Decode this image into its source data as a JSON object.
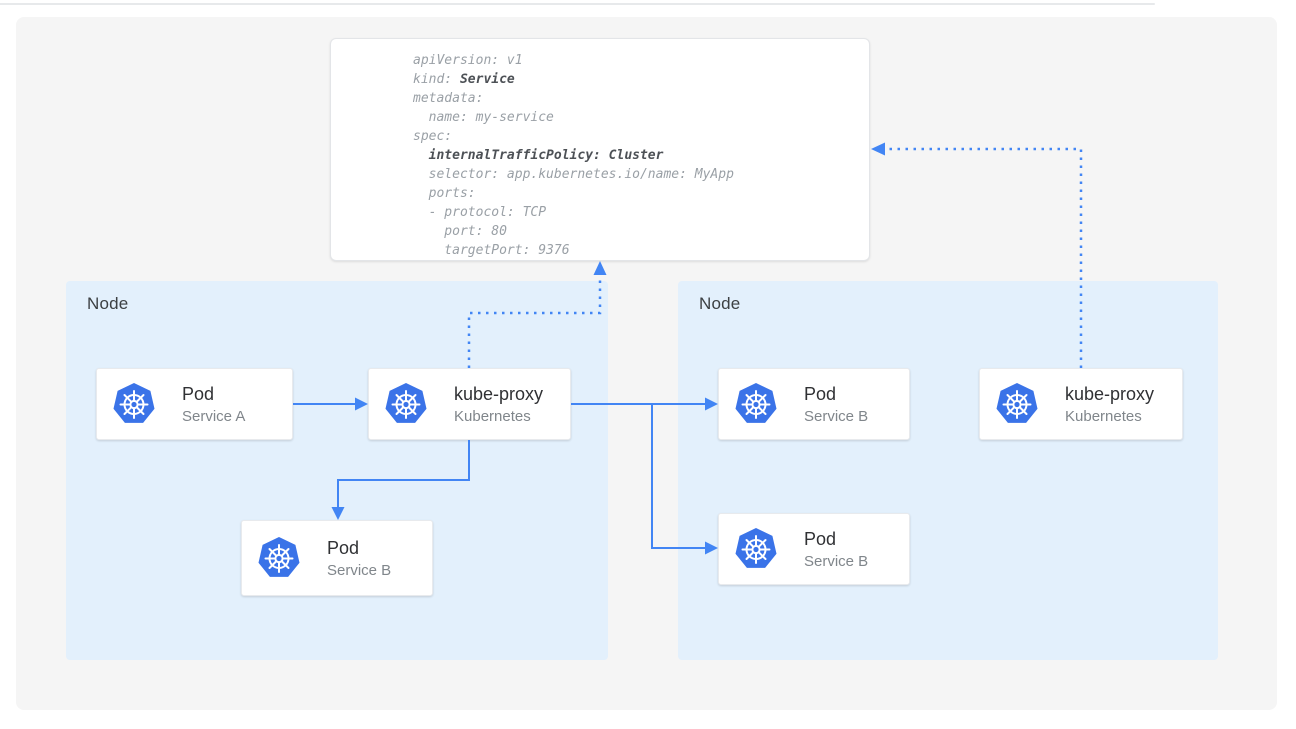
{
  "code_block": {
    "lines": [
      [
        {
          "t": "apiVersion: v1"
        }
      ],
      [
        {
          "t": "kind: "
        },
        {
          "t": "Service",
          "b": true
        }
      ],
      [
        {
          "t": "metadata:"
        }
      ],
      [
        {
          "t": "  name: my-service"
        }
      ],
      [
        {
          "t": "spec:"
        }
      ],
      [
        {
          "t": "  "
        },
        {
          "t": "internalTrafficPolicy: Cluster",
          "b": true
        }
      ],
      [
        {
          "t": "  selector: app.kubernetes.io/name: MyApp"
        }
      ],
      [
        {
          "t": "  ports:"
        }
      ],
      [
        {
          "t": "  - protocol: TCP"
        }
      ],
      [
        {
          "t": "    port: 80"
        }
      ],
      [
        {
          "t": "    targetPort: 9376"
        }
      ]
    ]
  },
  "nodes": [
    {
      "label": "Node"
    },
    {
      "label": "Node"
    }
  ],
  "entities": [
    {
      "title": "Pod",
      "subtitle": "Service A",
      "icon": "kubernetes-helm-logo"
    },
    {
      "title": "kube-proxy",
      "subtitle": "Kubernetes",
      "icon": "kubernetes-helm-logo"
    },
    {
      "title": "Pod",
      "subtitle": "Service B",
      "icon": "kubernetes-helm-logo"
    },
    {
      "title": "Pod",
      "subtitle": "Service B",
      "icon": "kubernetes-helm-logo"
    },
    {
      "title": "Pod",
      "subtitle": "Service B",
      "icon": "kubernetes-helm-logo"
    },
    {
      "title": "kube-proxy",
      "subtitle": "Kubernetes",
      "icon": "kubernetes-helm-logo"
    }
  ],
  "colors": {
    "panel_bg": "#f5f5f5",
    "node_bg": "#e3f0fc",
    "arrow_blue": "#4285f4",
    "k8s_blue": "#3a73e8",
    "code_text": "#9aa0a6",
    "code_bold": "#4d5156",
    "title_text": "#303134",
    "subtitle_text": "#80868b",
    "node_label": "#3c4043",
    "box_border": "#e8eaed"
  }
}
